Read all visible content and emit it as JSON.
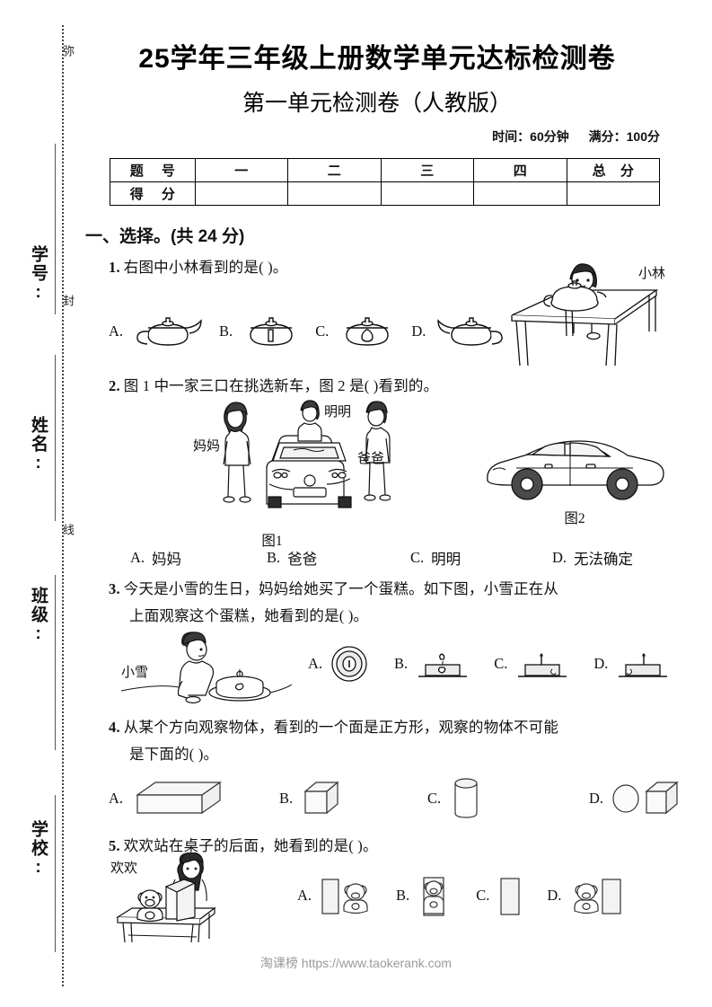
{
  "header": {
    "title": "25学年三年级上册数学单元达标检测卷",
    "subtitle": "第一单元检测卷（人教版）",
    "time_label": "时间：60分钟",
    "score_label": "满分：100分"
  },
  "seal_margin": {
    "fields": [
      "学号:",
      "姓名:",
      "班级:",
      "学校:"
    ],
    "seal_chars": [
      "弥",
      "封",
      "线"
    ]
  },
  "score_table": {
    "rows": [
      {
        "label": "题 号",
        "cells": [
          "一",
          "二",
          "三",
          "四",
          "总 分"
        ]
      },
      {
        "label": "得 分",
        "cells": [
          "",
          "",
          "",
          "",
          ""
        ]
      }
    ]
  },
  "sections": [
    {
      "title": "一、选择。(共 24 分)",
      "questions": [
        {
          "num": "1.",
          "text": "右图中小林看到的是(        )。",
          "figure_label": "小林",
          "options": [
            {
              "key": "A.",
              "icon": "teapot-left-handle"
            },
            {
              "key": "B.",
              "icon": "teapot-front"
            },
            {
              "key": "C.",
              "icon": "teapot-back"
            },
            {
              "key": "D.",
              "icon": "teapot-right-handle"
            }
          ]
        },
        {
          "num": "2.",
          "text": "图 1 中一家三口在挑选新车，图 2 是(        )看到的。",
          "people": [
            "妈妈",
            "明明",
            "爸爸"
          ],
          "captions": [
            "图1",
            "图2"
          ],
          "options": [
            {
              "key": "A.",
              "label": "妈妈"
            },
            {
              "key": "B.",
              "label": "爸爸"
            },
            {
              "key": "C.",
              "label": "明明"
            },
            {
              "key": "D.",
              "label": "无法确定"
            }
          ]
        },
        {
          "num": "3.",
          "text_line1": "今天是小雪的生日，妈妈给她买了一个蛋糕。如下图，小雪正在从",
          "text_line2": "上面观察这个蛋糕，她看到的是(        )。",
          "figure_label": "小雪",
          "options": [
            {
              "key": "A.",
              "icon": "cake-top-view"
            },
            {
              "key": "B.",
              "icon": "cake-side-heart"
            },
            {
              "key": "C.",
              "icon": "cake-side-candle-right"
            },
            {
              "key": "D.",
              "icon": "cake-side-candle-left"
            }
          ]
        },
        {
          "num": "4.",
          "text_line1": "从某个方向观察物体，看到的一个面是正方形，观察的物体不可能",
          "text_line2": "是下面的(        )。",
          "options": [
            {
              "key": "A.",
              "icon": "cuboid"
            },
            {
              "key": "B.",
              "icon": "cube"
            },
            {
              "key": "C.",
              "icon": "cylinder"
            },
            {
              "key": "D.",
              "icon": "sphere-and-cube"
            }
          ]
        },
        {
          "num": "5.",
          "text": "欢欢站在桌子的后面，她看到的是(        )。",
          "figure_label": "欢欢",
          "options": [
            {
              "key": "A.",
              "icon": "box-left-bear-right"
            },
            {
              "key": "B.",
              "icon": "bear-behind-box"
            },
            {
              "key": "C.",
              "icon": "box-only"
            },
            {
              "key": "D.",
              "icon": "bear-left-box-right"
            }
          ]
        }
      ]
    }
  ],
  "watermark": "淘课榜 https://www.taokerank.com"
}
